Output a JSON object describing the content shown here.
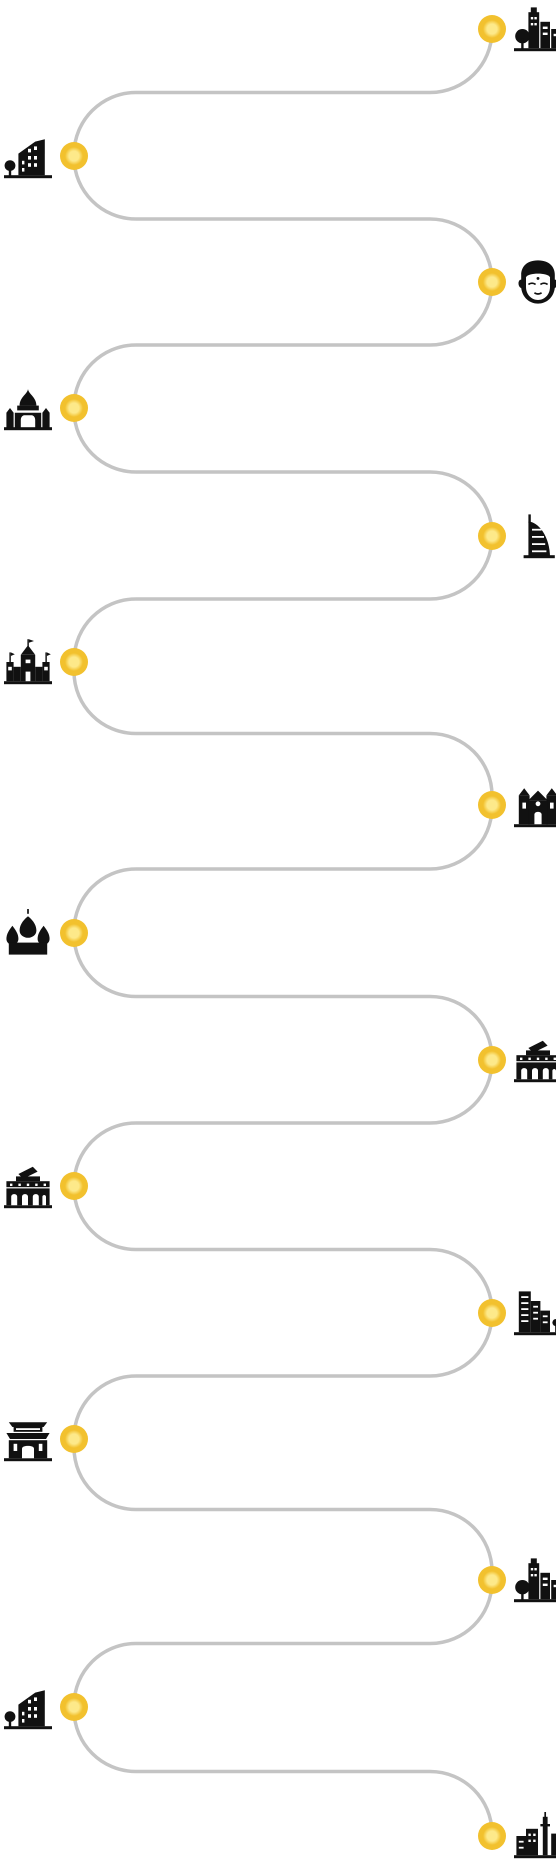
{
  "diagram": {
    "path_color": "#c4c4c4",
    "node_color_outer": "#f2c12e",
    "node_color_inner": "#fde98a",
    "icon_color": "#111111",
    "nodes": [
      {
        "side": "right",
        "icon": "city-buildings-tree-icon"
      },
      {
        "side": "left",
        "icon": "office-tower-tree-icon"
      },
      {
        "side": "right",
        "icon": "buddha-face-icon"
      },
      {
        "side": "left",
        "icon": "domed-palace-icon"
      },
      {
        "side": "right",
        "icon": "sail-hotel-tower-icon"
      },
      {
        "side": "left",
        "icon": "castle-with-flags-icon"
      },
      {
        "side": "right",
        "icon": "church-facade-icon"
      },
      {
        "side": "left",
        "icon": "onion-dome-cathedral-icon"
      },
      {
        "side": "right",
        "icon": "colonnade-parliament-icon"
      },
      {
        "side": "left",
        "icon": "colonnade-parliament-icon"
      },
      {
        "side": "right",
        "icon": "skyscrapers-tree-icon"
      },
      {
        "side": "left",
        "icon": "pagoda-gate-icon"
      },
      {
        "side": "right",
        "icon": "city-buildings-tree-icon"
      },
      {
        "side": "left",
        "icon": "office-tower-tree-icon"
      },
      {
        "side": "right",
        "icon": "city-skyline-tower-icon"
      }
    ]
  }
}
